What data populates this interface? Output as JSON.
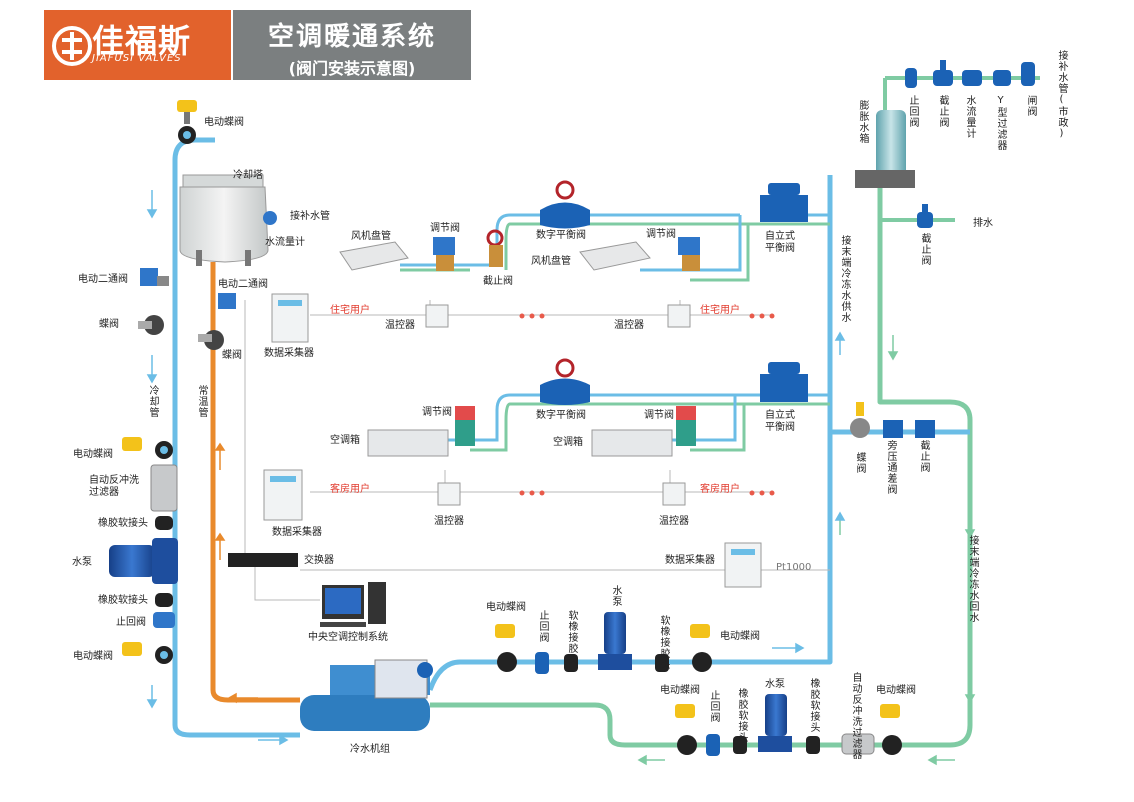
{
  "header": {
    "brand": "佳福斯",
    "brand_en": "JIAFUSI VALVES",
    "title": "空调暖通系统",
    "subtitle": "(阀门安装示意图)"
  },
  "colors": {
    "orange": "#e2622c",
    "header_gray": "#7b7f80",
    "supply_blue": "#6bbde6",
    "return_green": "#7fcba3",
    "hot_orange": "#e98a2c",
    "valve_blue": "#1b62b5",
    "actuator_yellow": "#f3c21a"
  },
  "labels": {
    "motor_butterfly_top": "电动蝶阀",
    "cooling_tower": "冷却塔",
    "makeup_water_pipe": "接补水管",
    "water_flow_meter": "水流量计",
    "motor_two_way_left": "电动二通阀",
    "butterfly_left": "蝶阀",
    "motor_two_way_mid": "电动二通阀",
    "butterfly_mid": "蝶阀",
    "cooling_pipe": "冷却管",
    "normal_temp_pipe": "常温管",
    "data_collector_1": "数据采集器",
    "data_collector_2": "数据采集器",
    "data_collector_3": "数据采集器",
    "residential_user_1": "住宅用户",
    "residential_user_2": "住宅用户",
    "guestroom_user_1": "客房用户",
    "guestroom_user_2": "客房用户",
    "thermostat_1": "温控器",
    "thermostat_2": "温控器",
    "thermostat_3": "温控器",
    "thermostat_4": "温控器",
    "fan_coil_1": "风机盘管",
    "fan_coil_2": "风机盘管",
    "regulating_1": "调节阀",
    "regulating_2": "调节阀",
    "regulating_3": "调节阀",
    "regulating_4": "调节阀",
    "stop_valve_mid": "截止阀",
    "digital_balance_1": "数字平衡阀",
    "digital_balance_2": "数字平衡阀",
    "self_balance_1": "自立式\n平衡阀",
    "self_balance_2": "自立式\n平衡阀",
    "ahu_1": "空调箱",
    "ahu_2": "空调箱",
    "motor_butterfly_l1": "电动蝶阀",
    "auto_backwash_filter": "自动反冲洗\n过滤器",
    "rubber_joint_l1": "橡胶软接头",
    "water_pump_left": "水泵",
    "rubber_joint_l2": "橡胶软接头",
    "check_valve_left": "止回阀",
    "motor_butterfly_l2": "电动蝶阀",
    "switch": "交换器",
    "central_control": "中央空调控制系统",
    "chiller": "冷水机组",
    "pt1000": "Pt1000",
    "expansion_tank": "膨胀水箱",
    "check_valve_top": "止回阀",
    "stop_valve_top": "截止阀",
    "flow_meter_top": "水流量计",
    "y_strainer": "Y型过滤器",
    "gate_valve": "闸阀",
    "makeup_municipal": "接补水管(市政)",
    "drain": "排水",
    "stop_valve_drain": "截止阀",
    "chilled_supply": "接末端冷冻水供水",
    "chilled_return": "接末端冷冻水回水",
    "butterfly_right": "蝶阀",
    "bypass_diff": "旁压通差阀",
    "stop_valve_right": "截止阀",
    "b_motor_butterfly_1": "电动蝶阀",
    "b_check_1": "止回阀",
    "b_rubber_1": "软橡接胶头",
    "b_pump_1": "水泵",
    "b_rubber_2": "软橡接胶头",
    "b_motor_butterfly_2": "电动蝶阀",
    "b_motor_butterfly_3": "电动蝶阀",
    "b_check_2": "止回阀",
    "b_rubber_3": "橡胶软接头",
    "b_pump_2": "水泵",
    "b_rubber_4": "橡胶软接头",
    "b_autofilter": "自动反冲洗过滤器",
    "b_motor_butterfly_4": "电动蝶阀"
  }
}
